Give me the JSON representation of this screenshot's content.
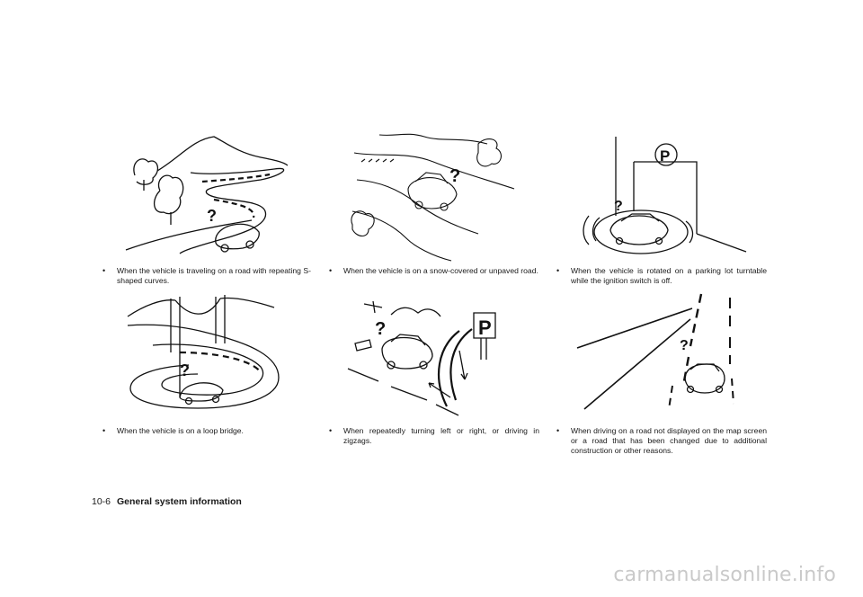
{
  "captions": [
    {
      "bullet": "•",
      "text": "When the vehicle is traveling on a road with repeating S-shaped curves."
    },
    {
      "bullet": "•",
      "text": "When the vehicle is on a snow-covered or unpaved road."
    },
    {
      "bullet": "•",
      "text": "When the vehicle is rotated on a parking lot turntable while the ignition switch is off."
    },
    {
      "bullet": "•",
      "text": "When the vehicle is on a loop bridge."
    },
    {
      "bullet": "•",
      "text": "When repeatedly turning left or right, or driving in zigzags."
    },
    {
      "bullet": "•",
      "text": "When driving on a road not displayed on the map screen or a road that has been changed due to additional construction or other reasons."
    }
  ],
  "illustrations": {
    "question_mark": "?",
    "parking_sign": "P"
  },
  "footer": {
    "page_number": "10-6",
    "section_title": "General system information"
  },
  "watermark": "carmanualsonline.info"
}
